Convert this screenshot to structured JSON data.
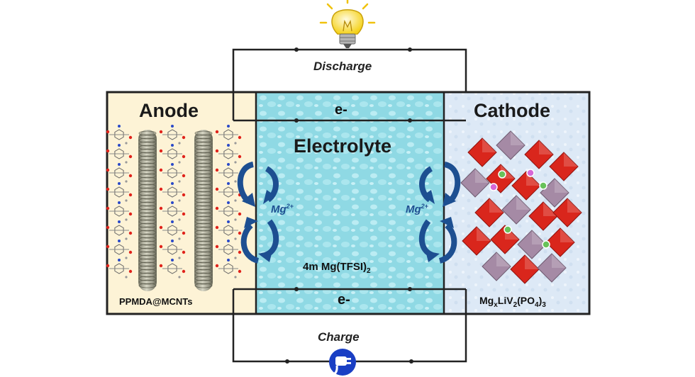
{
  "circuit": {
    "discharge_label": "Discharge",
    "charge_label": "Charge",
    "electron_top": "e-",
    "electron_bottom": "e-"
  },
  "anode": {
    "title": "Anode",
    "material": "PPMDA@MCNTs",
    "color": "#fdf3d6"
  },
  "electrolyte": {
    "title": "Electrolyte",
    "formula_main": "4m Mg(TFSI)",
    "formula_sub": "2",
    "color": "#8fd9e4"
  },
  "cathode": {
    "title": "Cathode",
    "color": "#dde9f6",
    "formula_parts": [
      {
        "t": "Mg",
        "s": false
      },
      {
        "t": "x",
        "s": true
      },
      {
        "t": "LiV",
        "s": false
      },
      {
        "t": "2",
        "s": true
      },
      {
        "t": "(PO",
        "s": false
      },
      {
        "t": "4",
        "s": true
      },
      {
        "t": ")",
        "s": false
      },
      {
        "t": "3",
        "s": true
      }
    ]
  },
  "ions": {
    "left": {
      "base": "Mg",
      "charge": "2+"
    },
    "right": {
      "base": "Mg",
      "charge": "2+"
    }
  },
  "icons": {
    "top": "light-bulb-icon",
    "bottom": "power-plug-icon"
  },
  "colors": {
    "arrow": "#1d4f91",
    "octahedra_red": "#d9261c",
    "octahedra_purple": "#a58aa5",
    "mg_ion": "#68c25a",
    "li_ion": "#d668d6"
  }
}
